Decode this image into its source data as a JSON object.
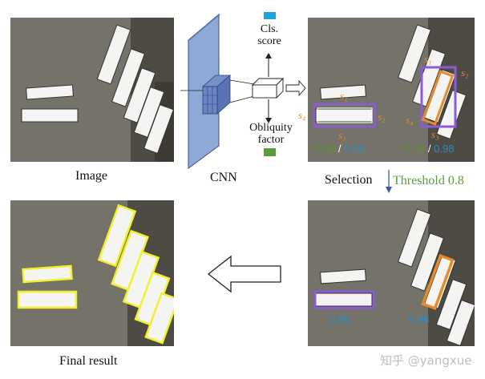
{
  "labels": {
    "image": "Image",
    "cnn": "CNN",
    "cls_score": "Cls.\nscore",
    "obliquity_factor": "Obliquity\nfactor",
    "selection": "Selection",
    "threshold": "Threshold 0.8",
    "final_result": "Final result"
  },
  "scores": {
    "left_cls": "0.89",
    "left_sep": " / ",
    "left_obl": "0.95",
    "right_cls": "0.36",
    "right_sep": " / ",
    "right_obl": "0.98",
    "selected_left": "0.95",
    "selected_right": "0.98"
  },
  "side_labels": {
    "s1": "s₁",
    "s2": "s₂",
    "s3": "s₃",
    "s4": "s₄"
  },
  "watermark": "知乎 @yangxue",
  "colors": {
    "cls_square": "#1fa3de",
    "obl_square": "#5a9e3a",
    "purple": "#8b5cd6",
    "orange": "#e98a2a",
    "yellow": "#f2f02a",
    "score_green": "#5f8f3a",
    "score_blue": "#2a8fc9",
    "threshold_green": "#5a9e3a",
    "cnn_fill": "#8fa9d6",
    "cnn_dark": "#4a63a8"
  }
}
